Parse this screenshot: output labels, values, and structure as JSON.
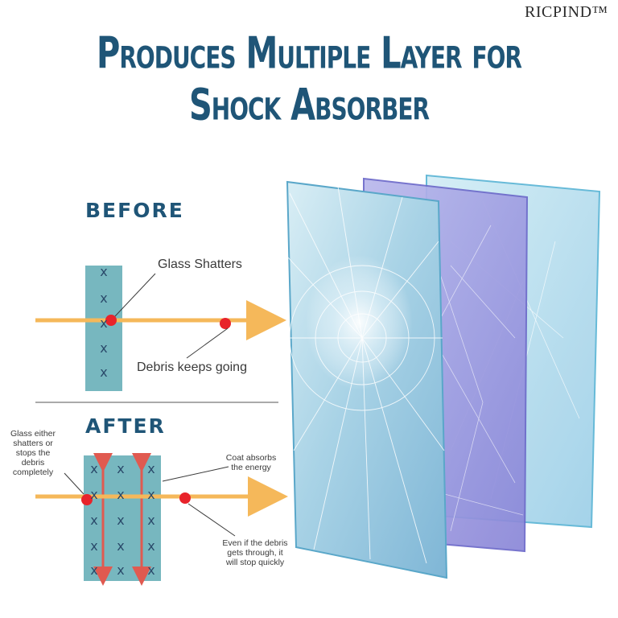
{
  "brand": "RICPIND™",
  "title": {
    "line1": "Produces Multiple Layer for",
    "line2": "Shock Absorber"
  },
  "before": {
    "heading": "BEFORE",
    "glass_label": "Glass Shatters",
    "debris_label": "Debris keeps going",
    "marks": [
      "x",
      "x",
      "x",
      "x",
      "x"
    ]
  },
  "after": {
    "heading": "AFTER",
    "left_label": [
      "Glass either",
      "shatters or",
      "stops the",
      "debris",
      "completely"
    ],
    "coat_label": [
      "Coat absorbs",
      "the energy"
    ],
    "debris_label": [
      "Even if the debris",
      "gets through, it",
      "will stop quickly"
    ]
  },
  "colors": {
    "title": "#1f5577",
    "panel": "#77b7bf",
    "arrow": "#f5b85a",
    "dot": "#e8232a",
    "red_arrow": "#e05a50",
    "mark": "#2a4a6a"
  }
}
